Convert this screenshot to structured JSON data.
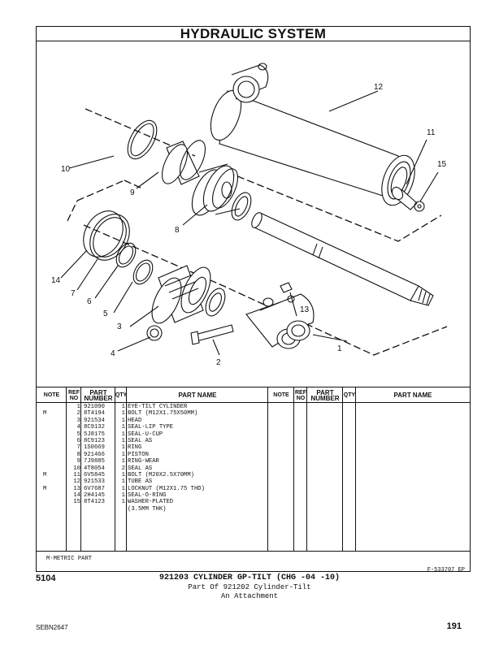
{
  "title": "HYDRAULIC SYSTEM",
  "callouts": [
    "1",
    "2",
    "3",
    "4",
    "5",
    "6",
    "7",
    "8",
    "9",
    "10",
    "11",
    "12",
    "13",
    "14",
    "15"
  ],
  "table_headers": {
    "note": "NOTE",
    "ref": "REF NO",
    "part": "PART NUMBER",
    "qty": "QTY",
    "name": "PART NAME"
  },
  "rows": [
    {
      "note": "",
      "ref": "1",
      "part": "921090",
      "qty": "1",
      "name": "EYE-TILT CYLINDER"
    },
    {
      "note": "M",
      "ref": "2",
      "part": "8T4194",
      "qty": "1",
      "name": "BOLT (M12X1.75X50MM)"
    },
    {
      "note": "",
      "ref": "3",
      "part": "921534",
      "qty": "1",
      "name": "HEAD"
    },
    {
      "note": "",
      "ref": "4",
      "part": "8C9132",
      "qty": "1",
      "name": "SEAL-LIP TYPE"
    },
    {
      "note": "",
      "ref": "5",
      "part": "5J8175",
      "qty": "1",
      "name": "SEAL-U-CUP"
    },
    {
      "note": "",
      "ref": "6",
      "part": "8C9123",
      "qty": "1",
      "name": "SEAL AS"
    },
    {
      "note": "",
      "ref": "7",
      "part": "1S0669",
      "qty": "1",
      "name": "RING"
    },
    {
      "note": "",
      "ref": "8",
      "part": "921466",
      "qty": "1",
      "name": "PISTON"
    },
    {
      "note": "",
      "ref": "9",
      "part": "7J9885",
      "qty": "1",
      "name": "RING-WEAR"
    },
    {
      "note": "",
      "ref": "10",
      "part": "4T8054",
      "qty": "2",
      "name": "SEAL AS"
    },
    {
      "note": "M",
      "ref": "11",
      "part": "6V5845",
      "qty": "1",
      "name": "BOLT (M20X2.5X70MM)"
    },
    {
      "note": "",
      "ref": "12",
      "part": "921533",
      "qty": "1",
      "name": "TUBE AS"
    },
    {
      "note": "M",
      "ref": "13",
      "part": "6V7687",
      "qty": "1",
      "name": "LOCKNUT (M12X1.75 THD)"
    },
    {
      "note": "",
      "ref": "14",
      "part": "2H4145",
      "qty": "1",
      "name": "SEAL-O-RING"
    },
    {
      "note": "",
      "ref": "15",
      "part": "8T4123",
      "qty": "1",
      "name": "WASHER-PLATED"
    },
    {
      "note": "",
      "ref": "",
      "part": "",
      "qty": "",
      "name": "(3.5MM THK)"
    }
  ],
  "footnote": "M-METRIC PART",
  "ref_code": "F-533707 EP",
  "page_left": "5104",
  "caption_line1": "921203 CYLINDER GP-TILT (CHG -04 -10)",
  "caption_line2": "Part Of 921202 Cylinder-Tilt",
  "caption_line3": "An Attachment",
  "doc_id": "SEBN2647",
  "page_number": "191"
}
